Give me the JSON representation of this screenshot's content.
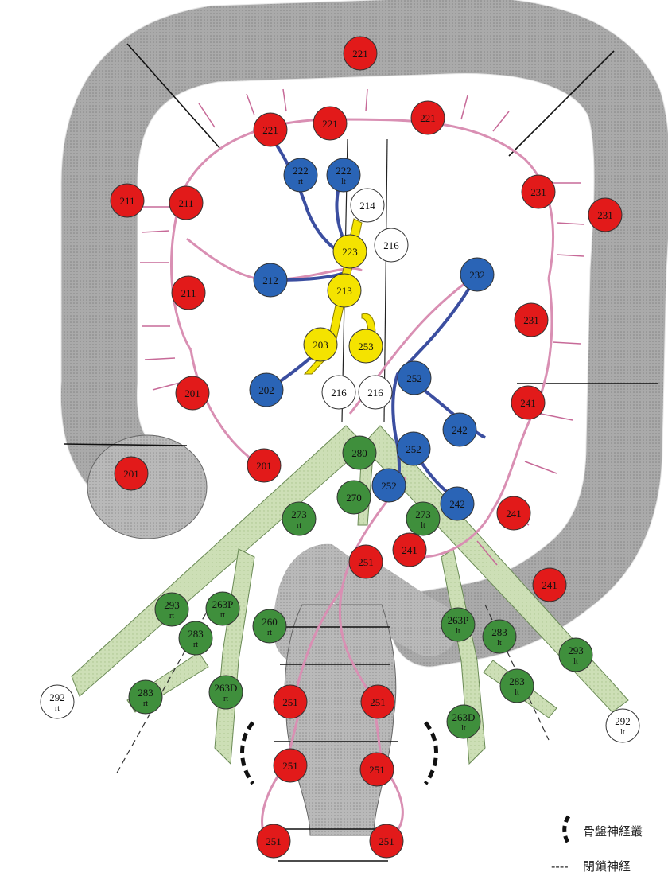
{
  "colors": {
    "red": "#e21a1a",
    "blue": "#2a64b6",
    "yellow": "#f4e300",
    "white": "#ffffff",
    "green": "#3f8f3c",
    "colon": "#b4b4b4",
    "vessel": "#c9ddb0",
    "artery": "#d98fb3",
    "vein": "#3b4ea0"
  },
  "nodes": [
    {
      "key": "n221_top",
      "label": "221",
      "sub": "",
      "color": "red"
    },
    {
      "key": "n221_a",
      "label": "221",
      "sub": "",
      "color": "red"
    },
    {
      "key": "n221_b",
      "label": "221",
      "sub": "",
      "color": "red"
    },
    {
      "key": "n221_c",
      "label": "221",
      "sub": "",
      "color": "red"
    },
    {
      "key": "n222_rt",
      "label": "222",
      "sub": "rt",
      "color": "blue"
    },
    {
      "key": "n222_lt",
      "label": "222",
      "sub": "lt",
      "color": "blue"
    },
    {
      "key": "n214",
      "label": "214",
      "sub": "",
      "color": "white"
    },
    {
      "key": "n211_out",
      "label": "211",
      "sub": "",
      "color": "red"
    },
    {
      "key": "n211_a",
      "label": "211",
      "sub": "",
      "color": "red"
    },
    {
      "key": "n211_b",
      "label": "211",
      "sub": "",
      "color": "red"
    },
    {
      "key": "n212",
      "label": "212",
      "sub": "",
      "color": "blue"
    },
    {
      "key": "n223",
      "label": "223",
      "sub": "",
      "color": "yellow"
    },
    {
      "key": "n216_a",
      "label": "216",
      "sub": "",
      "color": "white"
    },
    {
      "key": "n213",
      "label": "213",
      "sub": "",
      "color": "yellow"
    },
    {
      "key": "n203",
      "label": "203",
      "sub": "",
      "color": "yellow"
    },
    {
      "key": "n253",
      "label": "253",
      "sub": "",
      "color": "yellow"
    },
    {
      "key": "n216_b",
      "label": "216",
      "sub": "",
      "color": "white"
    },
    {
      "key": "n216_c",
      "label": "216",
      "sub": "",
      "color": "white"
    },
    {
      "key": "n202",
      "label": "202",
      "sub": "",
      "color": "blue"
    },
    {
      "key": "n201_a",
      "label": "201",
      "sub": "",
      "color": "red"
    },
    {
      "key": "n201_out",
      "label": "201",
      "sub": "",
      "color": "red"
    },
    {
      "key": "n201_b",
      "label": "201",
      "sub": "",
      "color": "red"
    },
    {
      "key": "n231_right",
      "label": "231",
      "sub": "",
      "color": "red"
    },
    {
      "key": "n231_a",
      "label": "231",
      "sub": "",
      "color": "red"
    },
    {
      "key": "n231_b",
      "label": "231",
      "sub": "",
      "color": "red"
    },
    {
      "key": "n232",
      "label": "232",
      "sub": "",
      "color": "blue"
    },
    {
      "key": "n252_a",
      "label": "252",
      "sub": "",
      "color": "blue"
    },
    {
      "key": "n241_a",
      "label": "241",
      "sub": "",
      "color": "red"
    },
    {
      "key": "n242_a",
      "label": "242",
      "sub": "",
      "color": "blue"
    },
    {
      "key": "n252_b",
      "label": "252",
      "sub": "",
      "color": "blue"
    },
    {
      "key": "n252_c",
      "label": "252",
      "sub": "",
      "color": "blue"
    },
    {
      "key": "n242_b",
      "label": "242",
      "sub": "",
      "color": "blue"
    },
    {
      "key": "n241_b",
      "label": "241",
      "sub": "",
      "color": "red"
    },
    {
      "key": "n241_c",
      "label": "241",
      "sub": "",
      "color": "red"
    },
    {
      "key": "n241_d",
      "label": "241",
      "sub": "",
      "color": "red"
    },
    {
      "key": "n280",
      "label": "280",
      "sub": "",
      "color": "green"
    },
    {
      "key": "n270",
      "label": "270",
      "sub": "",
      "color": "green"
    },
    {
      "key": "n273_rt",
      "label": "273",
      "sub": "rt",
      "color": "green"
    },
    {
      "key": "n273_lt",
      "label": "273",
      "sub": "lt",
      "color": "green"
    },
    {
      "key": "n251_a",
      "label": "251",
      "sub": "",
      "color": "red"
    },
    {
      "key": "n293_rt",
      "label": "293",
      "sub": "rt",
      "color": "green"
    },
    {
      "key": "n263P_rt",
      "label": "263P",
      "sub": "rt",
      "color": "green"
    },
    {
      "key": "n260_rt",
      "label": "260",
      "sub": "rt",
      "color": "green"
    },
    {
      "key": "n283_rt_a",
      "label": "283",
      "sub": "rt",
      "color": "green"
    },
    {
      "key": "n263P_lt",
      "label": "263P",
      "sub": "lt",
      "color": "green"
    },
    {
      "key": "n283_lt_a",
      "label": "283",
      "sub": "lt",
      "color": "green"
    },
    {
      "key": "n293_lt",
      "label": "293",
      "sub": "lt",
      "color": "green"
    },
    {
      "key": "n292_rt",
      "label": "292",
      "sub": "rt",
      "color": "white"
    },
    {
      "key": "n283_rt_b",
      "label": "283",
      "sub": "rt",
      "color": "green"
    },
    {
      "key": "n263D_rt",
      "label": "263D",
      "sub": "rt",
      "color": "green"
    },
    {
      "key": "n251_b",
      "label": "251",
      "sub": "",
      "color": "red"
    },
    {
      "key": "n251_c",
      "label": "251",
      "sub": "",
      "color": "red"
    },
    {
      "key": "n283_lt_b",
      "label": "283",
      "sub": "lt",
      "color": "green"
    },
    {
      "key": "n263D_lt",
      "label": "263D",
      "sub": "lt",
      "color": "green"
    },
    {
      "key": "n292_lt",
      "label": "292",
      "sub": "lt",
      "color": "white"
    },
    {
      "key": "n251_d",
      "label": "251",
      "sub": "",
      "color": "red"
    },
    {
      "key": "n251_e",
      "label": "251",
      "sub": "",
      "color": "red"
    },
    {
      "key": "n251_f",
      "label": "251",
      "sub": "",
      "color": "red"
    },
    {
      "key": "n251_g",
      "label": "251",
      "sub": "",
      "color": "red"
    }
  ],
  "legend": {
    "plexus_label": "骨盤神経叢",
    "obturator_label": "閉鎖神経",
    "obturator_symbol": "----"
  }
}
